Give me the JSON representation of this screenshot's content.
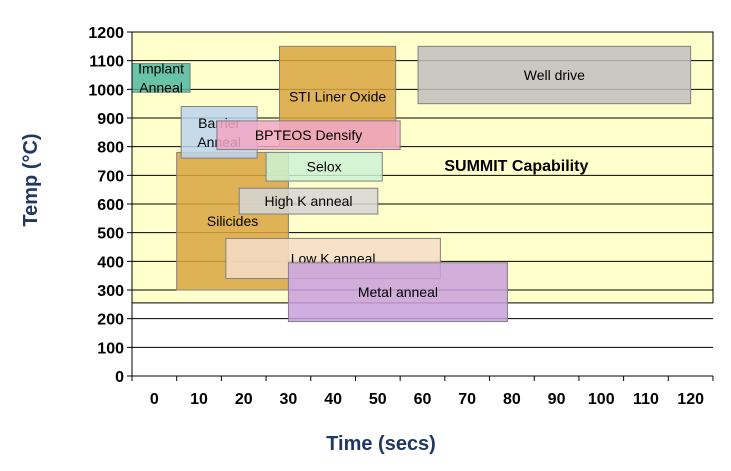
{
  "chart_data": {
    "type": "range-block",
    "xlabel": "Time (secs)",
    "ylabel": "Temp (°C)",
    "xlim": [
      -10,
      120
    ],
    "ylim": [
      0,
      1200
    ],
    "xticks": [
      "0",
      "10",
      "20",
      "30",
      "40",
      "50",
      "60",
      "70",
      "80",
      "90",
      "100",
      "110",
      "120"
    ],
    "yticks": [
      "0",
      "100",
      "200",
      "300",
      "400",
      "500",
      "600",
      "700",
      "800",
      "900",
      "1000",
      "1100",
      "1200"
    ],
    "grid": "horizontal",
    "capability": {
      "label": "SUMMIT Capability",
      "x": [
        -10,
        120
      ],
      "y": [
        255,
        1200
      ],
      "color": "#ffffcc"
    },
    "regions": [
      {
        "name": "Silicides",
        "label_lines": [
          "Silicides"
        ],
        "x": [
          0,
          25
        ],
        "y": [
          300,
          780
        ],
        "color": "#d9a441"
      },
      {
        "name": "Low K anneal",
        "label_lines": [
          "Low K anneal"
        ],
        "x": [
          11,
          59
        ],
        "y": [
          340,
          480
        ],
        "color": "#f7dcc8"
      },
      {
        "name": "Metal anneal",
        "label_lines": [
          "Metal anneal"
        ],
        "x": [
          25,
          74
        ],
        "y": [
          190,
          395
        ],
        "color": "#c9a0dc"
      },
      {
        "name": "STI Liner Oxide",
        "label_lines": [
          "STI Liner Oxide"
        ],
        "x": [
          23,
          49
        ],
        "y": [
          800,
          1150
        ],
        "color": "#d9a441"
      },
      {
        "name": "Implant Anneal",
        "label_lines": [
          "Implant",
          "Anneal"
        ],
        "x": [
          -10,
          3
        ],
        "y": [
          990,
          1090
        ],
        "color": "#4db8a0"
      },
      {
        "name": "Barrier Anneal",
        "label_lines": [
          "Barrier",
          "Anneal"
        ],
        "x": [
          1,
          18
        ],
        "y": [
          760,
          940
        ],
        "color": "#bcd4ee"
      },
      {
        "name": "BPTEOS Densify",
        "label_lines": [
          "BPTEOS Densify"
        ],
        "x": [
          9,
          50
        ],
        "y": [
          790,
          890
        ],
        "color": "#f2a6c6"
      },
      {
        "name": "Selox",
        "label_lines": [
          "Selox"
        ],
        "x": [
          20,
          46
        ],
        "y": [
          680,
          780
        ],
        "color": "#ccf2d4"
      },
      {
        "name": "High K anneal",
        "label_lines": [
          "High K anneal"
        ],
        "x": [
          14,
          45
        ],
        "y": [
          565,
          655
        ],
        "color": "#d6d6d6"
      },
      {
        "name": "Well drive",
        "label_lines": [
          "Well drive"
        ],
        "x": [
          54,
          115
        ],
        "y": [
          950,
          1150
        ],
        "color": "#c0c0c0"
      }
    ]
  }
}
